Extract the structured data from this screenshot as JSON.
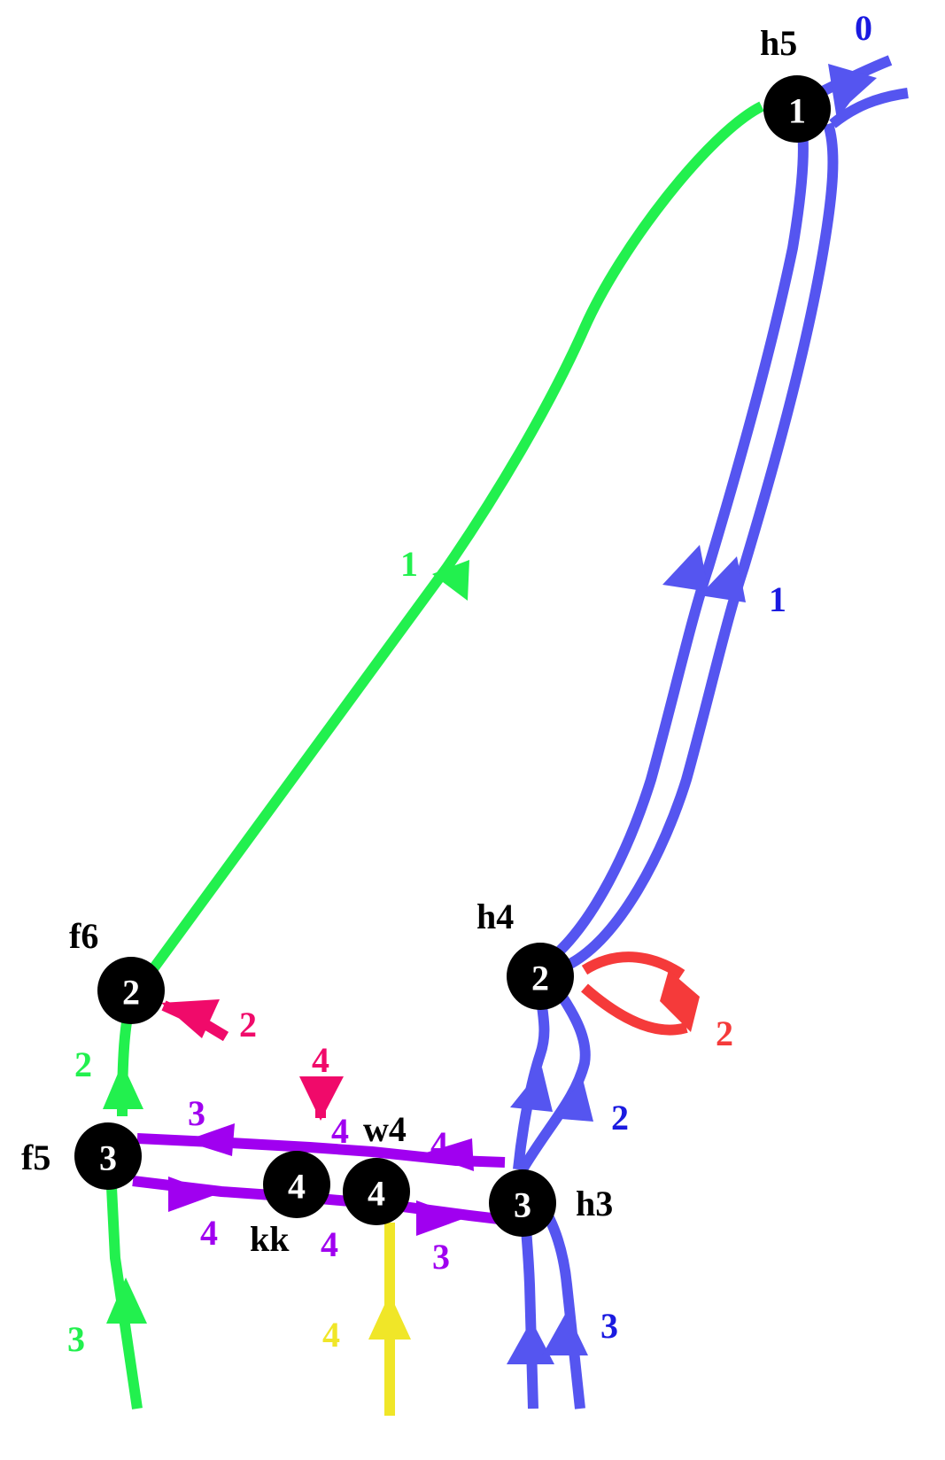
{
  "colors": {
    "green": "#22f04e",
    "blue": "#5555f0",
    "blue_text": "#1a1ae0",
    "purple": "#a000f0",
    "crimson": "#f00a6a",
    "red": "#f53a3a",
    "yellow": "#f0e628",
    "node": "#000000"
  },
  "nodes": {
    "h5": {
      "name": "h5",
      "value": "1"
    },
    "f6": {
      "name": "f6",
      "value": "2"
    },
    "h4": {
      "name": "h4",
      "value": "2"
    },
    "f5": {
      "name": "f5",
      "value": "3"
    },
    "kk": {
      "name": "kk",
      "value": "4"
    },
    "w4": {
      "name": "w4",
      "value": "4"
    },
    "h3": {
      "name": "h3",
      "value": "3"
    }
  },
  "edge_labels": {
    "blue_0": "0",
    "green_1": "1",
    "blue_1": "1",
    "crimson_2": "2",
    "red_2": "2",
    "green_2": "2",
    "blue_2": "2",
    "purple_3_top": "3",
    "crimson_4": "4",
    "purple_4_w4_left": "4",
    "purple_4_w4_right": "4",
    "purple_4_bottom_left": "4",
    "purple_4_kk": "4",
    "purple_3_bottom": "3",
    "green_3": "3",
    "yellow_4": "4",
    "blue_3": "3"
  }
}
